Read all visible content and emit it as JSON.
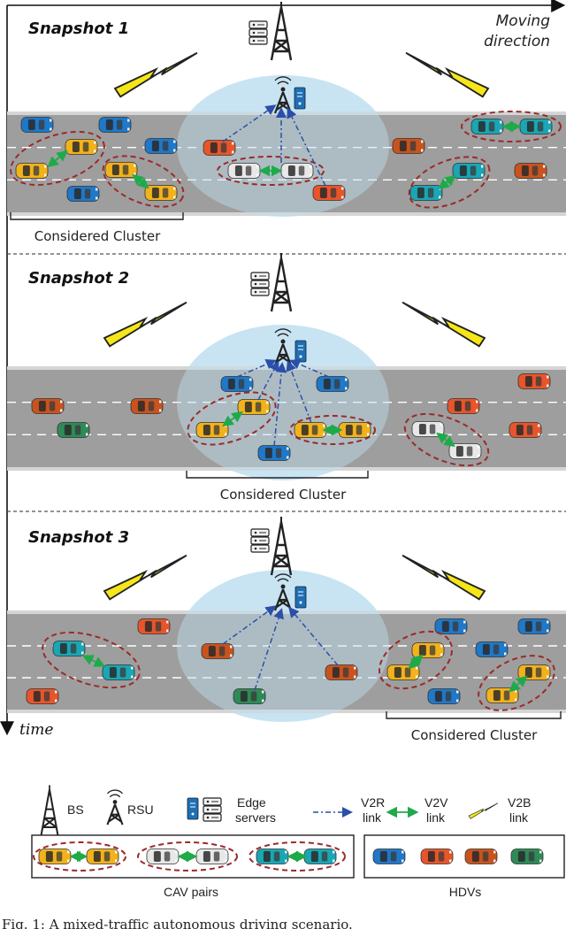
{
  "snapshots": [
    {
      "title": "Snapshot 1",
      "cluster_label": "Considered Cluster"
    },
    {
      "title": "Snapshot 2",
      "cluster_label": "Considered Cluster"
    },
    {
      "title": "Snapshot 3",
      "cluster_label": "Considered Cluster"
    }
  ],
  "direction": {
    "line1": "Moving",
    "line2": "direction"
  },
  "axis": {
    "time_label": "time"
  },
  "legend": {
    "bs": "BS",
    "rsu": "RSU",
    "edge": {
      "line1": "Edge",
      "line2": "servers"
    },
    "v2r": {
      "line1": "V2R",
      "line2": "link"
    },
    "v2v": {
      "line1": "V2V",
      "line2": "link"
    },
    "v2b": {
      "line1": "V2B",
      "line2": "link"
    },
    "cav_pairs": "CAV pairs",
    "hdvs": "HDVs"
  },
  "colors": {
    "cav_yellow": "#f2b21b",
    "cav_white": "#e8e8e8",
    "cav_teal": "#1aa6b4",
    "hdv_blue": "#1f78c8",
    "hdv_orange": "#e8552a",
    "hdv_dark_orange": "#c9531e",
    "hdv_green": "#2e8b57",
    "road": "#9e9e9e",
    "lane_mark": "#ffffff",
    "coverage": "#bfe0f0",
    "v2r_link": "#2b4fa8",
    "v2v_link": "#1faa4a",
    "v2b_bolt": "#f5e61a",
    "pair_ellipse": "#9b2a2a"
  },
  "caption": "Fig. 1: A mixed-traffic autonomous driving scenario."
}
